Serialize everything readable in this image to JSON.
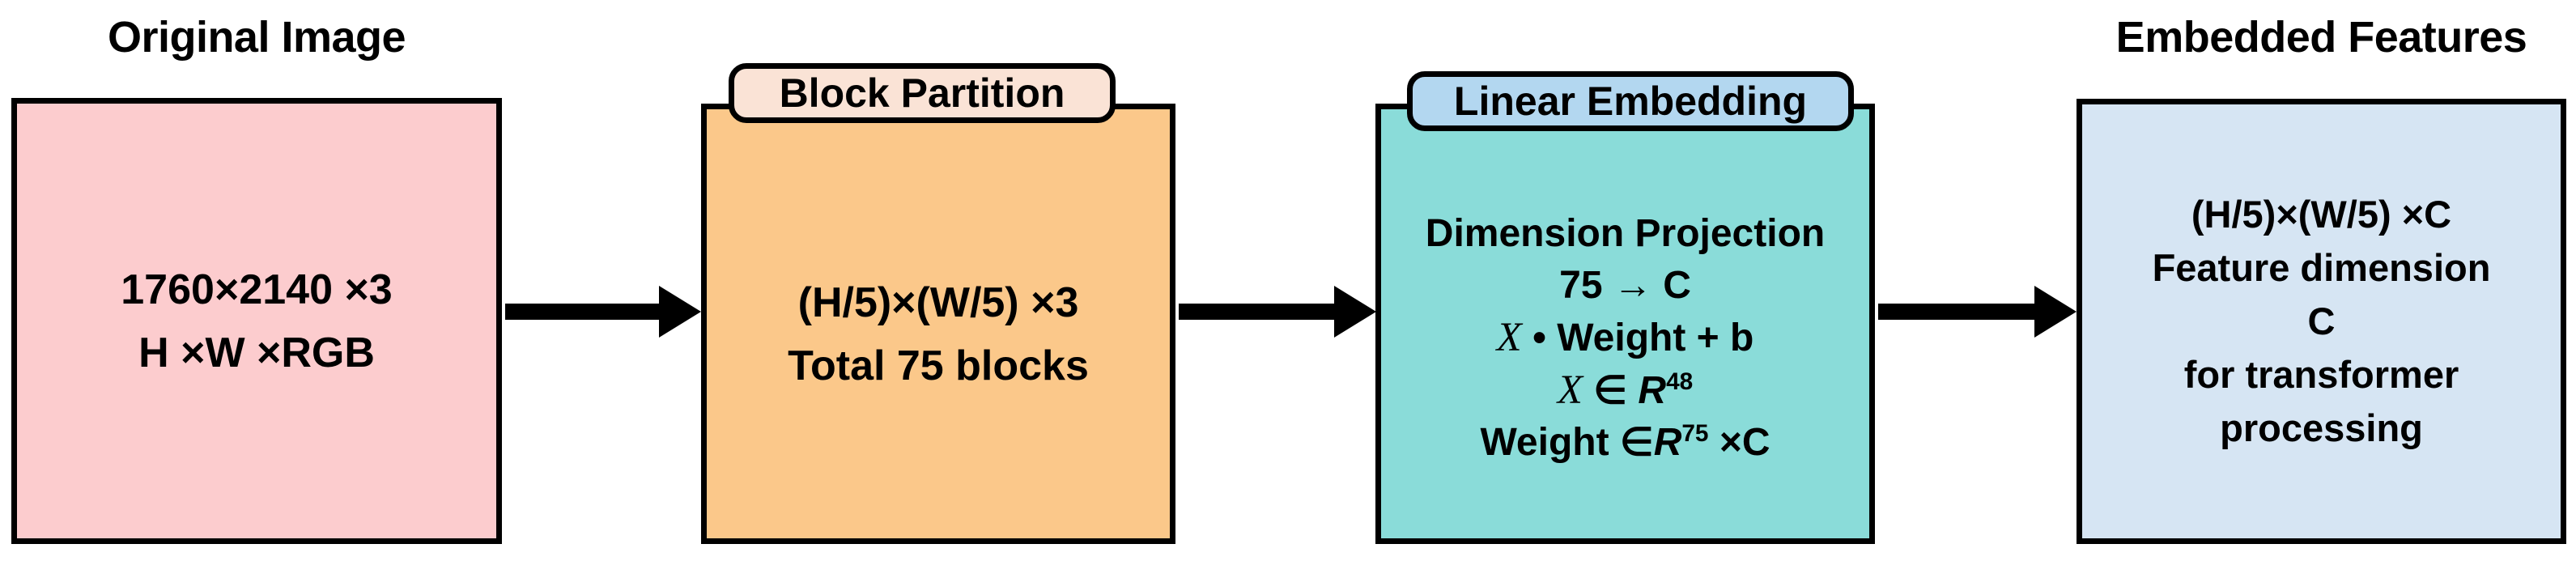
{
  "diagram": {
    "title_original": "Original Image",
    "title_embedded": "Embedded Features",
    "stages": [
      {
        "id": "original-image",
        "title": "Original Image",
        "color": "#fcccce",
        "badge": null,
        "lines": [
          "1760×2140 ×3",
          "H ×W ×RGB"
        ]
      },
      {
        "id": "block-partition",
        "title": null,
        "color": "#fbc88a",
        "badge": {
          "label": "Block Partition",
          "color": "#fae3d6"
        },
        "lines": [
          "(H/5)×(W/5) ×3",
          "Total 75 blocks"
        ]
      },
      {
        "id": "linear-embedding",
        "title": null,
        "color": "#8adcd9",
        "badge": {
          "label": "Linear Embedding",
          "color": "#b3d7f0"
        },
        "lines": [
          "Dimension Projection",
          "75 → C",
          "X • Weight + b",
          "X ∈ R48",
          "Weight ∈R75 ×C"
        ],
        "line_parts": {
          "l1": "Dimension Projection",
          "l2": "75 → C",
          "l3_var": "X",
          "l3_rest": "• Weight + b",
          "l4_var": "X",
          "l4_in": "∈",
          "l4_set": "R",
          "l4_sup": "48",
          "l5_pre": "Weight",
          "l5_in": "∈",
          "l5_set": "R",
          "l5_sup": "75",
          "l5_post": "×C"
        }
      },
      {
        "id": "embedded-features",
        "title": "Embedded Features",
        "color": "#d6e5f3",
        "badge": null,
        "lines": [
          "(H/5)×(W/5) ×C",
          "Feature dimension",
          "C",
          "for transformer",
          "processing"
        ]
      }
    ],
    "arrows": [
      {
        "id": "arrow-1",
        "from": "original-image",
        "to": "block-partition"
      },
      {
        "id": "arrow-2",
        "from": "block-partition",
        "to": "linear-embedding"
      },
      {
        "id": "arrow-3",
        "from": "linear-embedding",
        "to": "embedded-features"
      }
    ],
    "colors": {
      "stroke": "#000000",
      "background": "#ffffff",
      "pink": "#fcccce",
      "orange": "#fbc88a",
      "teal": "#8adcd9",
      "light_blue": "#d6e5f3",
      "badge_peach": "#fae3d6",
      "badge_blue": "#b3d7f0"
    }
  }
}
